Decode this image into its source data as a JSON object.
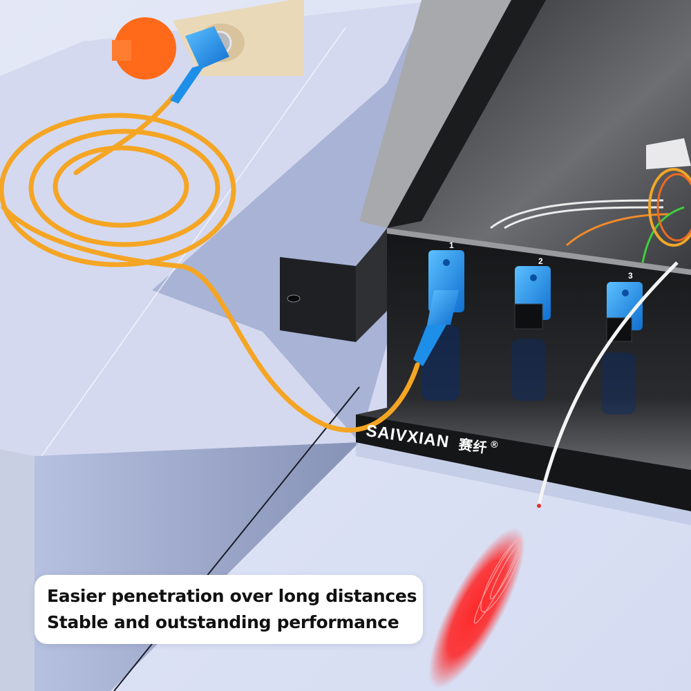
{
  "scene": {
    "description": "Visual fault locator with yellow fiber patch cord plugged into port 1 of a black fiber optic terminal box",
    "colors": {
      "background": "#cfd6ee",
      "box": "#1c1d20",
      "fiber_cable": "#f5a524",
      "connector": "#1e8fe8",
      "dust_cap": "#ff6a1a",
      "laser": "#ff1a1a",
      "locator_body": "#ead9b8"
    }
  },
  "ports": [
    {
      "label": "1"
    },
    {
      "label": "2"
    },
    {
      "label": "3"
    }
  ],
  "brand": {
    "name": "SAIVXIAN",
    "chinese": "赛纤",
    "registered": "®"
  },
  "caption": {
    "line1": "Easier penetration over long distances",
    "line2": "Stable and outstanding performance"
  }
}
